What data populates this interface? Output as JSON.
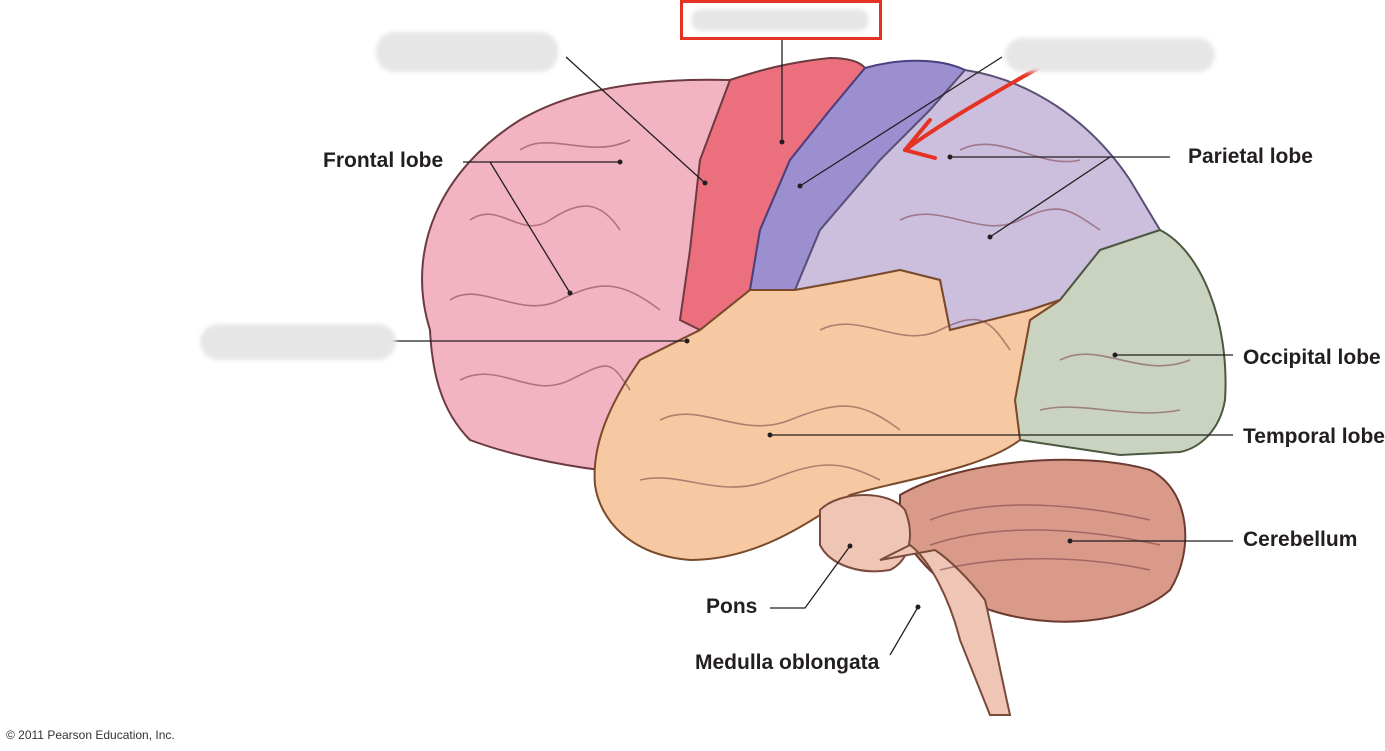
{
  "labels": {
    "frontal_lobe": "Frontal lobe",
    "parietal_lobe": "Parietal lobe",
    "occipital_lobe": "Occipital lobe",
    "temporal_lobe": "Temporal lobe",
    "cerebellum": "Cerebellum",
    "pons": "Pons",
    "medulla_oblongata": "Medulla oblongata"
  },
  "copyright": "© 2011 Pearson Education, Inc.",
  "colors": {
    "frontal": "#f2b3c3",
    "precentral": "#ec6f7e",
    "postcentral": "#9b8fd0",
    "parietal": "#cbbfdd",
    "occipital": "#c9d3bf",
    "temporal": "#f7c9a2",
    "cerebellum": "#d99a8a",
    "brainstem": "#efc6b6",
    "annotation": "#e53323"
  }
}
